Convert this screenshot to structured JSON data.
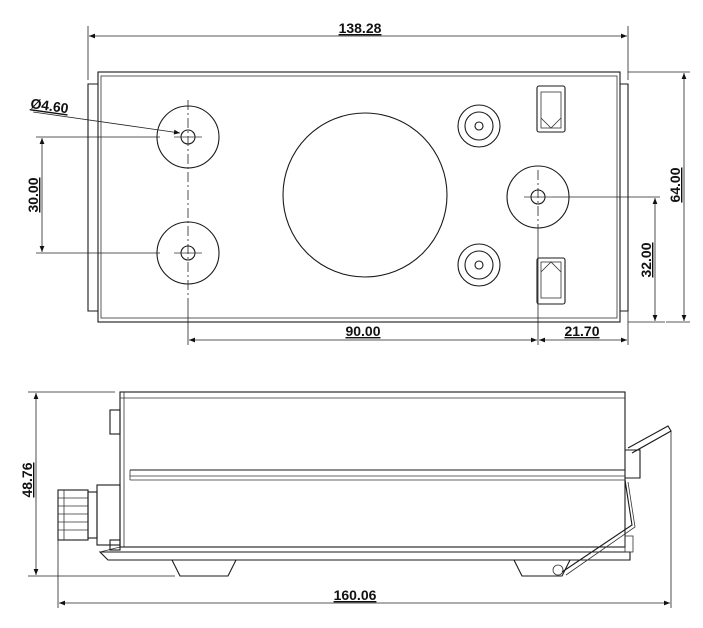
{
  "top_view": {
    "dimensions": {
      "overall_width": "138.28",
      "overall_height": "64.00",
      "hole_diameter": "Ø4.60",
      "hole_spacing_vertical": "30.00",
      "hole_spacing_horizontal": "90.00",
      "edge_offset_right": "21.70",
      "center_height": "32.00"
    }
  },
  "side_view": {
    "dimensions": {
      "overall_height": "48.76",
      "overall_length": "160.06"
    }
  }
}
